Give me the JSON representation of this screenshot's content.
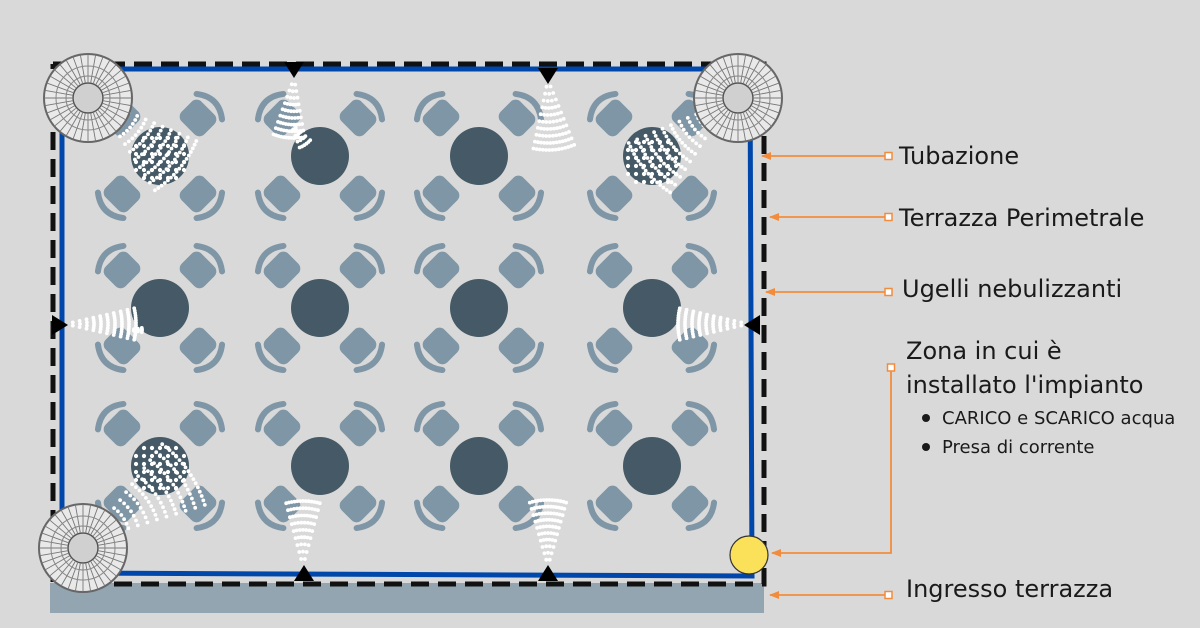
{
  "labels": {
    "pipe": "Tubazione",
    "perimeter": "Terrazza Perimetrale",
    "nozzles": "Ugelli nebulizzanti",
    "zone_line1": "Zona in cui è",
    "zone_line2": "installato l'impianto",
    "zone_bullets": [
      "CARICO e SCARICO acqua",
      "Presa di corrente"
    ],
    "entrance": "Ingresso terrazza"
  },
  "colors": {
    "background": "#d9d9d9",
    "pipe": "#0047ab",
    "perimeter": "#111111",
    "table": "#455a66",
    "chair": "#7f96a6",
    "leader": "#f28c3c",
    "entrance_strip": "#93a5b0",
    "install_point": "#fbe05a",
    "mist": "#ffffff"
  },
  "icons": [
    "fan-icon",
    "nozzle-icon",
    "table-icon",
    "chair-icon",
    "install-point-icon"
  ],
  "layout": {
    "table_rows": 3,
    "table_columns": 4,
    "fans": 3,
    "nozzles": 6
  }
}
